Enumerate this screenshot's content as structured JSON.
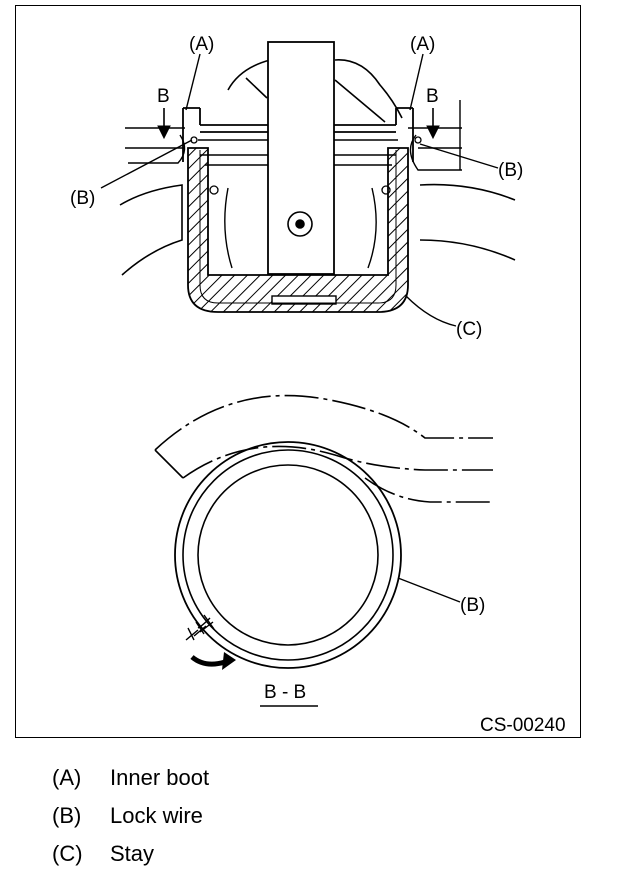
{
  "figure": {
    "code": "CS-00240",
    "section_label": "B - B",
    "view_arrow_label": "B",
    "callouts": {
      "a": "(A)",
      "b": "(B)",
      "c": "(C)"
    }
  },
  "legend": [
    {
      "key": "(A)",
      "text": "Inner boot"
    },
    {
      "key": "(B)",
      "text": "Lock wire"
    },
    {
      "key": "(C)",
      "text": "Stay"
    }
  ]
}
